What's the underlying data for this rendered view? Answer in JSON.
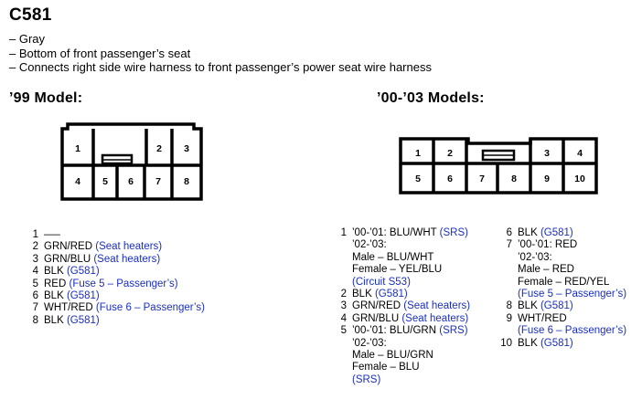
{
  "connector": {
    "title": "C581",
    "notes": [
      "– Gray",
      "– Bottom of front passenger’s seat",
      "– Connects right side wire harness to front passenger’s power seat wire harness"
    ]
  },
  "model99": {
    "heading": "’99 Model:",
    "pins_top": [
      "1",
      "2",
      "3"
    ],
    "pins_bottom": [
      "4",
      "5",
      "6",
      "7",
      "8"
    ],
    "pinout": [
      {
        "num": "1",
        "text": "—–",
        "ref": ""
      },
      {
        "num": "2",
        "text": "GRN/RED ",
        "ref": "(Seat heaters)"
      },
      {
        "num": "3",
        "text": "GRN/BLU ",
        "ref": "(Seat heaters)"
      },
      {
        "num": "4",
        "text": "BLK ",
        "ref": "(G581)"
      },
      {
        "num": "5",
        "text": "RED ",
        "ref": "(Fuse 5 – Passenger’s)"
      },
      {
        "num": "6",
        "text": "BLK ",
        "ref": "(G581)"
      },
      {
        "num": "7",
        "text": "WHT/RED ",
        "ref": "(Fuse 6 – Passenger’s)"
      },
      {
        "num": "8",
        "text": "BLK ",
        "ref": "(G581)"
      }
    ]
  },
  "model00": {
    "heading": "’00-’03 Models:",
    "pins_top": [
      "1",
      "2",
      "3",
      "4"
    ],
    "pins_bottom": [
      "5",
      "6",
      "7",
      "8",
      "9",
      "10"
    ],
    "pinout_col1": {
      "p1_num": "1",
      "p1_a": "’00-’01: BLU/WHT ",
      "p1_a_ref": "(SRS)",
      "p1_b": "’02-’03:",
      "p1_c": "Male – BLU/WHT",
      "p1_d": "Female – YEL/BLU",
      "p1_e_ref": "(Circuit S53)",
      "p2_num": "2",
      "p2_text": "BLK ",
      "p2_ref": "(G581)",
      "p3_num": "3",
      "p3_text": "GRN/RED ",
      "p3_ref": "(Seat heaters)",
      "p4_num": "4",
      "p4_text": "GRN/BLU ",
      "p4_ref": "(Seat heaters)",
      "p5_num": "5",
      "p5_a": "’00-’01: BLU/GRN ",
      "p5_a_ref": "(SRS)",
      "p5_b": "’02-’03:",
      "p5_c": "Male – BLU/GRN",
      "p5_d": "Female – BLU",
      "p5_e_ref": "(SRS)"
    },
    "pinout_col2": {
      "p6_num": "6",
      "p6_text": "BLK ",
      "p6_ref": "(G581)",
      "p7_num": "7",
      "p7_a": "’00-’01: RED",
      "p7_b": "’02-’03:",
      "p7_c": "Male – RED",
      "p7_d": "Female – RED/YEL",
      "p7_e_ref": "(Fuse 5 – Passenger’s)",
      "p8_num": "8",
      "p8_text": "BLK ",
      "p8_ref": "(G581)",
      "p9_num": "9",
      "p9_text": "WHT/RED",
      "p9_ref": "(Fuse 6 – Passenger’s)",
      "p10_num": "10",
      "p10_text": "BLK ",
      "p10_ref": "(G581)"
    }
  }
}
